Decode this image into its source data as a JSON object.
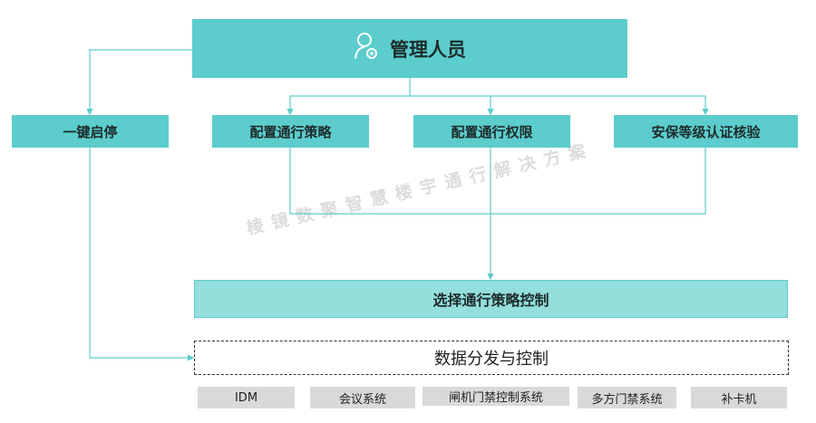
{
  "top": {
    "label": "管理人员",
    "icon": "user-gear-icon"
  },
  "row": [
    "一键启停",
    "配置通行策略",
    "配置通行权限",
    "安保等级认证核验"
  ],
  "select": "选择通行策略控制",
  "distribute": "数据分发与控制",
  "systems": [
    "IDM",
    "会议系统",
    "闸机门禁控制系统",
    "多方门禁系统",
    "补卡机"
  ],
  "watermark": "棱镜数聚智慧楼宇通行解决方案",
  "colors": {
    "teal": "#5ccccc",
    "light_teal": "#94dedb",
    "gray": "#d9d9d9",
    "line": "#5ccccc"
  }
}
